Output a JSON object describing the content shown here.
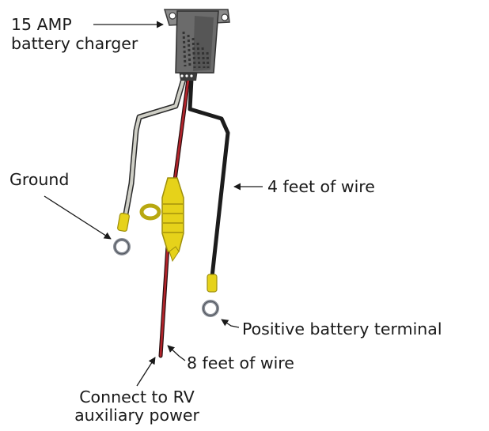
{
  "labels": {
    "charger": [
      "15 AMP",
      "battery charger"
    ],
    "ground": "Ground",
    "wire_4ft": "4 feet of wire",
    "positive_terminal": "Positive battery terminal",
    "wire_8ft": "8 feet of wire",
    "connect_rv": [
      "Connect to RV",
      "auxiliary power"
    ]
  },
  "colors": {
    "charger_body": "#6b6b6b",
    "red_wire": "#b3242b",
    "black_wire": "#1c1c1c",
    "ground_wire": "#cfcfc6",
    "fuse_holder": "#e6d21a",
    "ring_terminal": "#8a8f98",
    "text": "#1a1a1a"
  }
}
